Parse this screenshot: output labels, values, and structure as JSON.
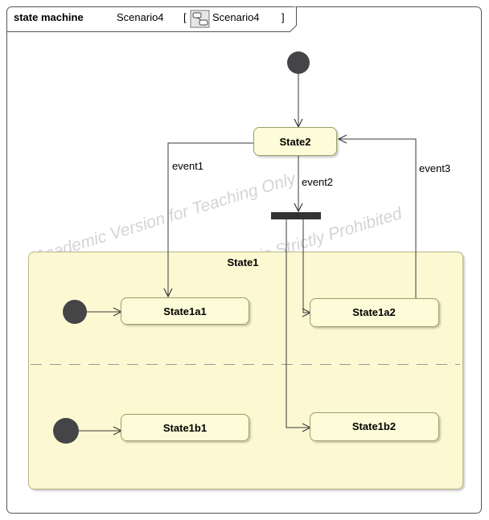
{
  "frame": {
    "keyword": "state  machine",
    "name": "Scenario4",
    "open_bracket": "[",
    "icon_name": "state-machine-icon",
    "ref_name": "Scenario4",
    "close_bracket": "]"
  },
  "states": {
    "state2": "State2",
    "state1": "State1",
    "state1a1": "State1a1",
    "state1a2": "State1a2",
    "state1b1": "State1b1",
    "state1b2": "State1b2"
  },
  "transitions": {
    "event1": "event1",
    "event2": "event2",
    "event3": "event3"
  },
  "watermark": {
    "line1": "Academic Version for Teaching Only",
    "line2": "Commercial Development is Strictly Prohibited"
  },
  "colors": {
    "state_fill": "#fdfcd8",
    "state_border": "#9e9b68",
    "composite_fill": "#fcf8d2",
    "pseudo_fill": "#454548",
    "line": "#3a3a3a"
  }
}
